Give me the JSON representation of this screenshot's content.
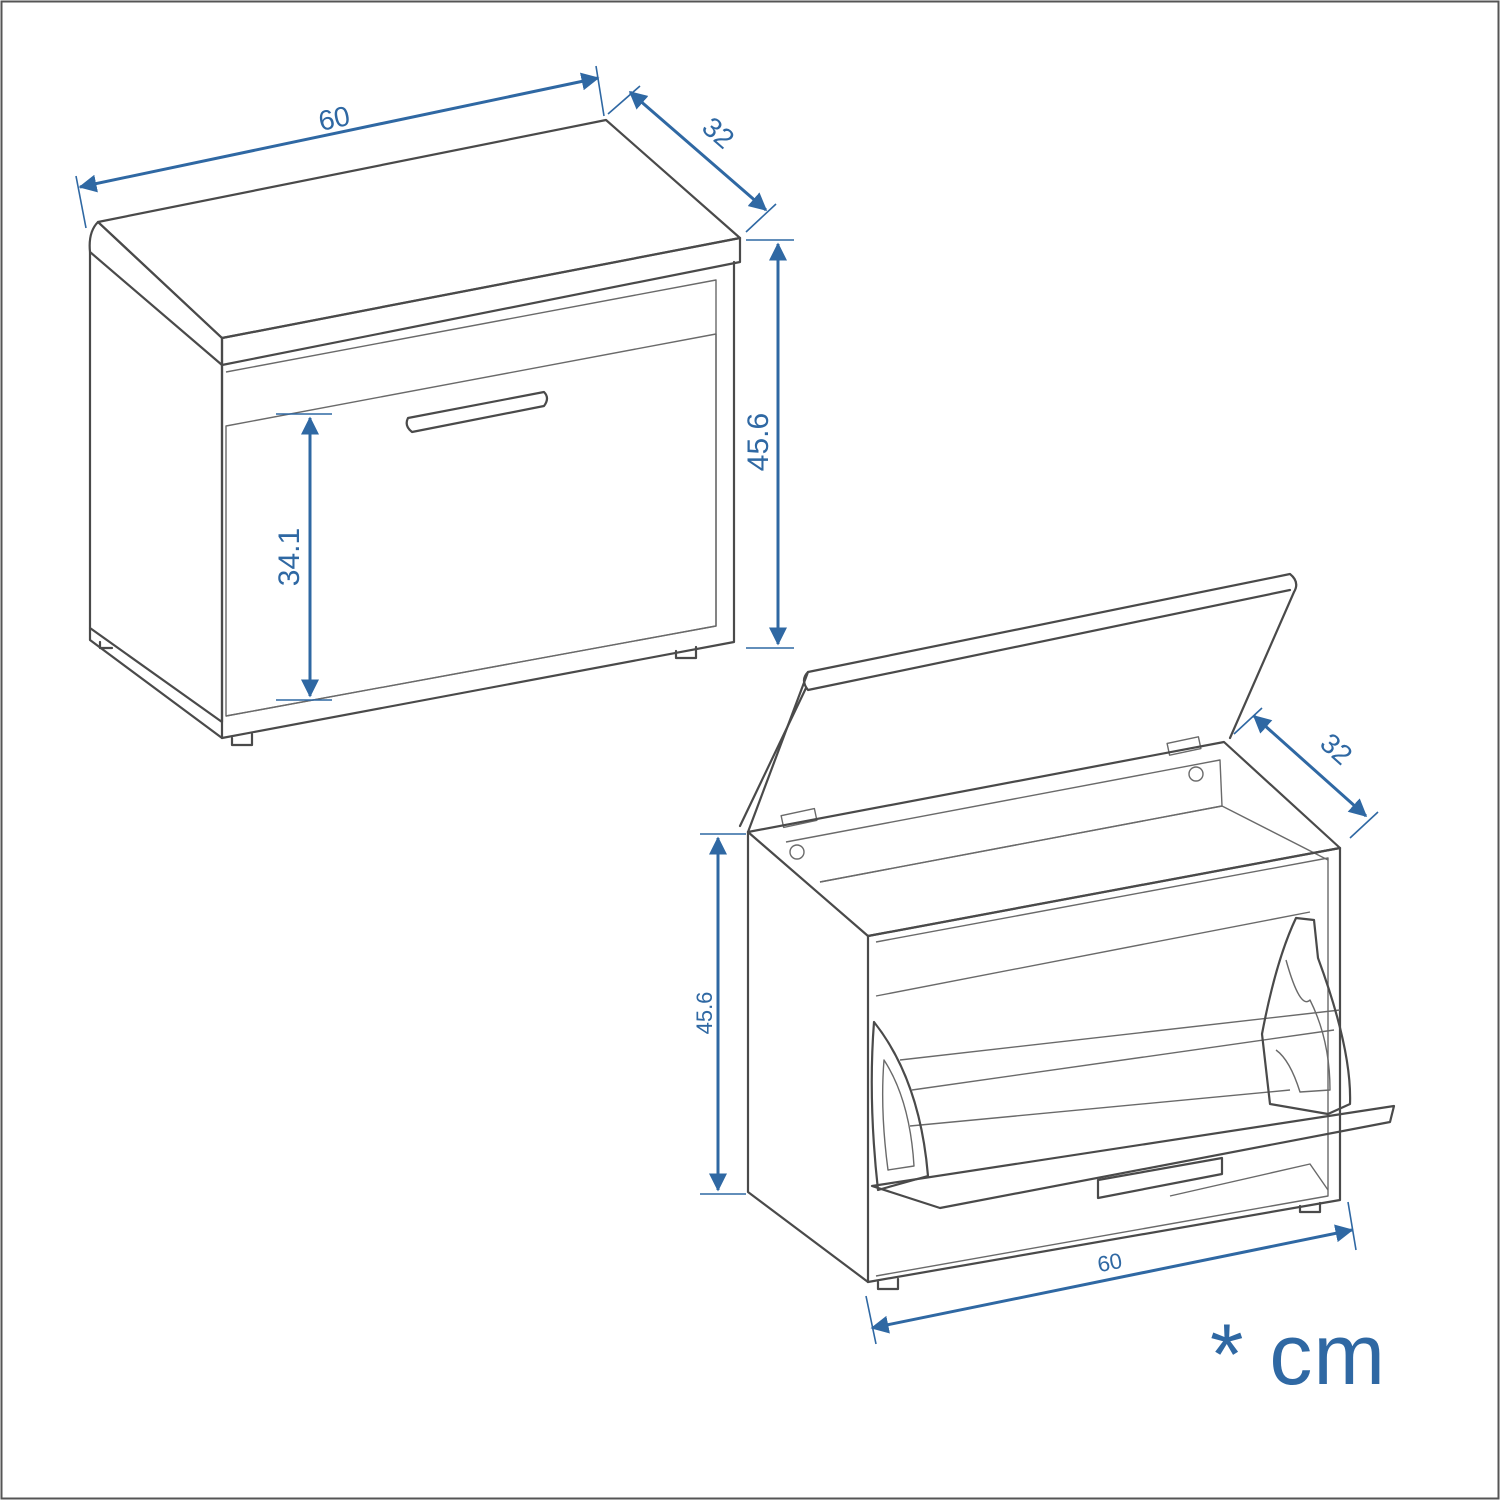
{
  "diagram": {
    "colors": {
      "dimension": "#2f68a3",
      "outline": "#4a4a4a",
      "frame": "#555555"
    },
    "closed_view": {
      "width_label": "60",
      "depth_label": "32",
      "height_label": "45.6",
      "door_label": "34.1"
    },
    "open_view": {
      "width_label": "60",
      "depth_label": "32",
      "height_label": "45.6"
    },
    "unit_note": "* cm"
  }
}
